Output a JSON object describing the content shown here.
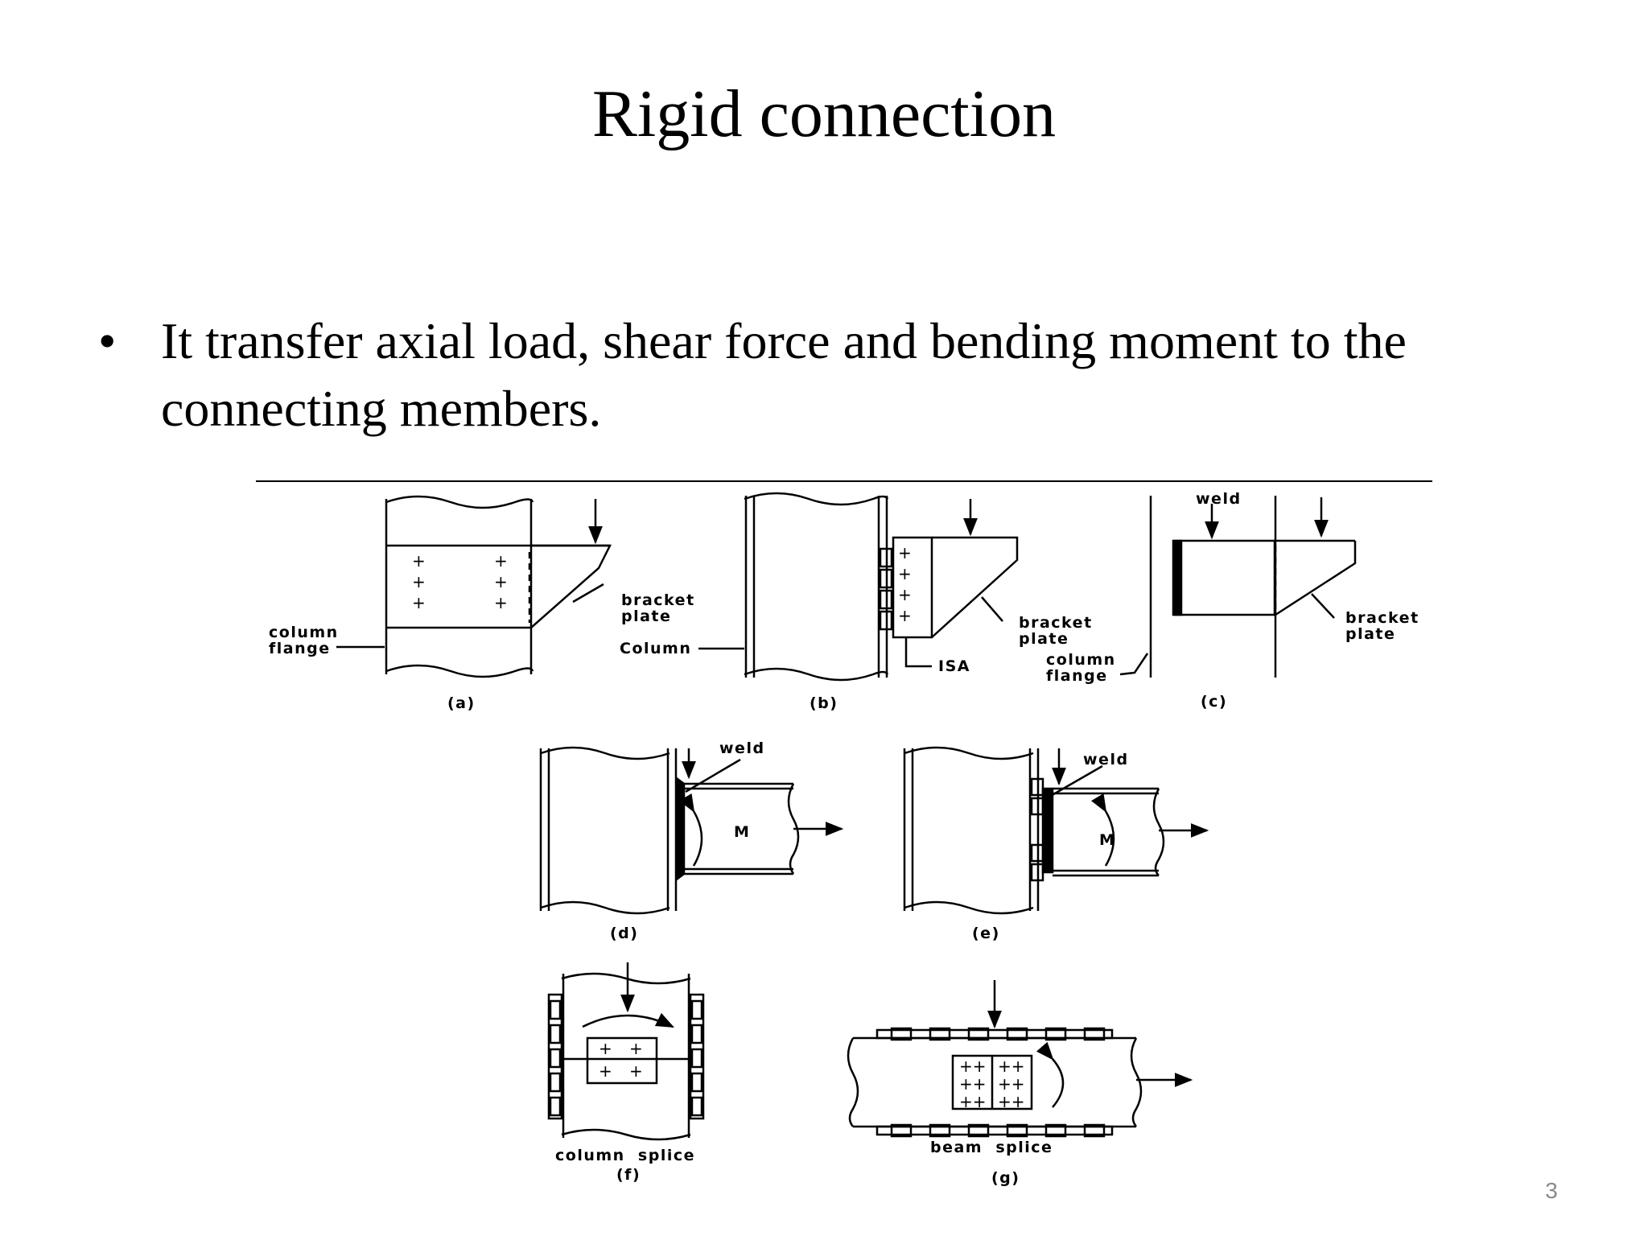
{
  "slide": {
    "title": "Rigid connection",
    "bullet_marker": "•",
    "bullet": "It transfer axial load, shear force and  bending moment to  the\nconnecting members.",
    "page_number": "3"
  },
  "figure": {
    "labels": {
      "bracket_plate_1": "bracket",
      "bracket_plate_1b": "plate",
      "column_flange_1": "column",
      "column_flange_1b": "flange",
      "column_b": "Column",
      "bracket_plate_2": "bracket",
      "bracket_plate_2b": "plate",
      "isa": "ISA",
      "weld_c": "weld",
      "column_flange_2": "column",
      "column_flange_2b": "flange",
      "bracket_plate_3": "bracket",
      "bracket_plate_3b": "plate",
      "weld_d": "weld",
      "moment_d": "M",
      "weld_e": "weld",
      "moment_e": "M",
      "column_splice": "column  splice",
      "beam_splice": "beam  splice"
    },
    "captions": [
      "(a)",
      "(b)",
      "(c)",
      "(d)",
      "(e)",
      "(f)",
      "(g)"
    ]
  }
}
